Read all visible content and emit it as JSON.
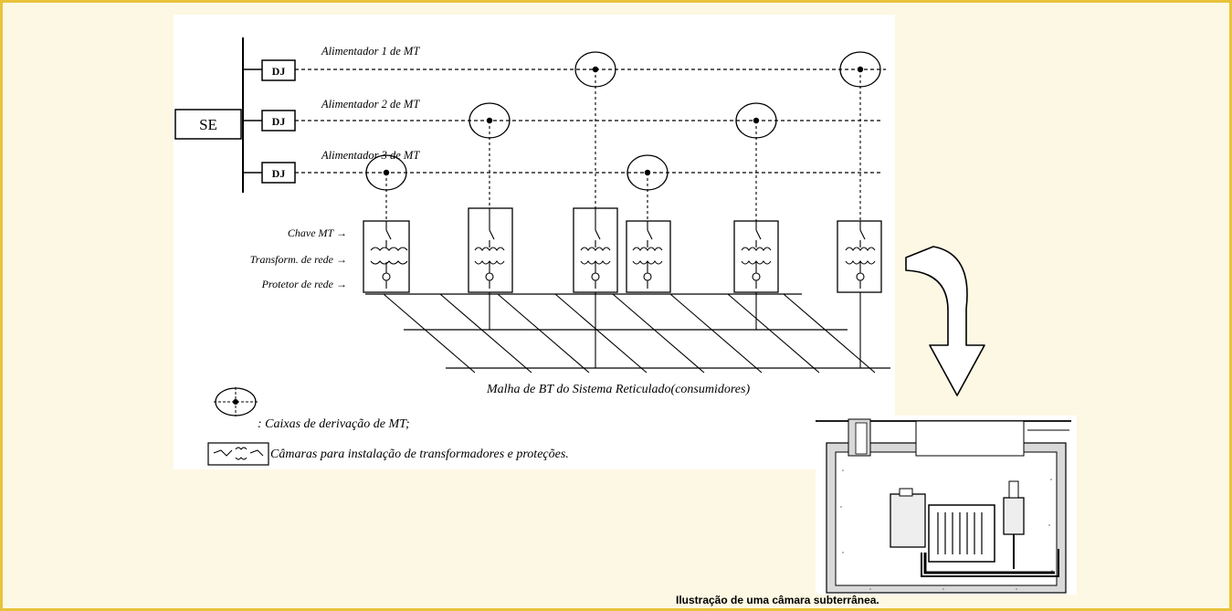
{
  "substation": {
    "label": "SE"
  },
  "breakers": [
    {
      "label": "DJ"
    },
    {
      "label": "DJ"
    },
    {
      "label": "DJ"
    }
  ],
  "feeders": [
    {
      "label": "Alimentador 1 de MT"
    },
    {
      "label": "Alimentador 2 de MT"
    },
    {
      "label": "Alimentador 3 de MT"
    }
  ],
  "component_labels": {
    "switch": "Chave MT →",
    "transformer": "Transform. de rede →",
    "protector": "Protetor de rede →"
  },
  "mesh_label": "Malha de BT do Sistema Reticulado(consumidores)",
  "legend": {
    "junction_box": ": Caixas de derivação de MT;",
    "chamber": "Câmaras para instalação de transformadores e proteções."
  },
  "caption": "Ilustração de uma câmara subterrânea."
}
